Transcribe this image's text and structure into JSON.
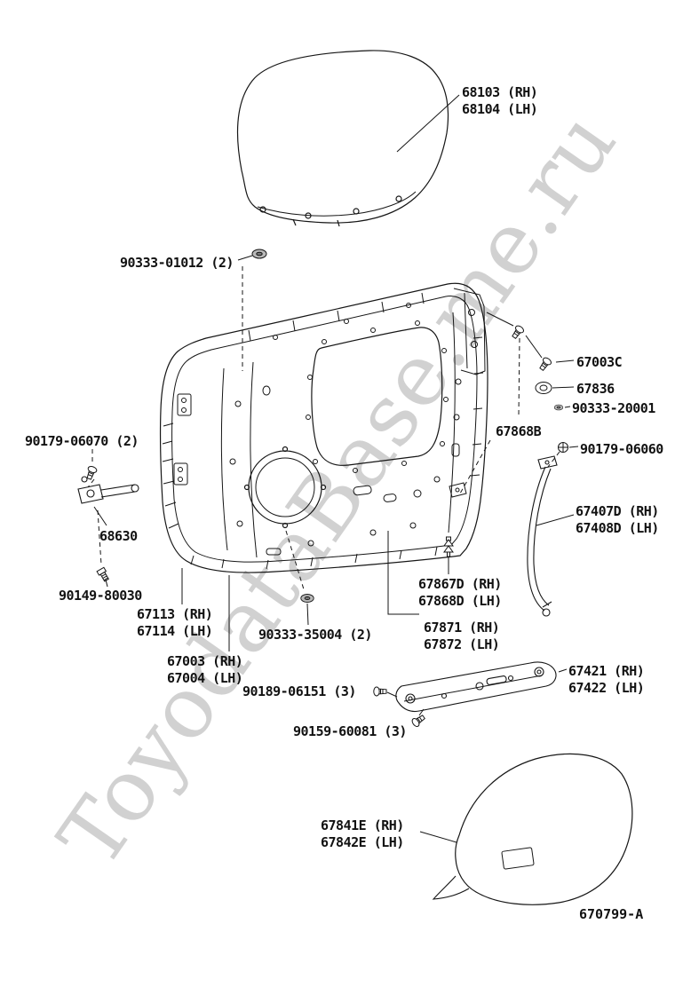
{
  "watermark": "ToyodataBase.me.ru",
  "diagram_code": "670799-A",
  "labels": {
    "glass": {
      "line1": "68103 (RH)",
      "line2": "68104 (LH)"
    },
    "grommet_top": {
      "line1": "90333-01012 (2)"
    },
    "bolt_67003c": {
      "line1": "67003C"
    },
    "ring_67836": {
      "line1": "67836"
    },
    "grommet_20001": {
      "line1": "90333-20001"
    },
    "bracket_67868b": {
      "line1": "67868B"
    },
    "screw_06070": {
      "line1": "90179-06070 (2)"
    },
    "screw_06060": {
      "line1": "90179-06060"
    },
    "door_check": {
      "line1": "68630"
    },
    "sash": {
      "line1": "67407D (RH)",
      "line2": "67408D (LH)"
    },
    "bolt_80030": {
      "line1": "90149-80030"
    },
    "panel": {
      "line1": "67113 (RH)",
      "line2": "67114 (LH)"
    },
    "grommet_35004": {
      "line1": "90333-35004 (2)"
    },
    "clip_67867d": {
      "line1": "67867D (RH)",
      "line2": "67868D (LH)"
    },
    "channel_67871": {
      "line1": "67871 (RH)",
      "line2": "67872 (LH)"
    },
    "subpanel": {
      "line1": "67003 (RH)",
      "line2": "67004 (LH)"
    },
    "bolt_06151": {
      "line1": "90189-06151 (3)"
    },
    "rail": {
      "line1": "67421 (RH)",
      "line2": "67422 (LH)"
    },
    "screw_60081": {
      "line1": "90159-60081 (3)"
    },
    "cover": {
      "line1": "67841E (RH)",
      "line2": "67842E (LH)"
    }
  }
}
